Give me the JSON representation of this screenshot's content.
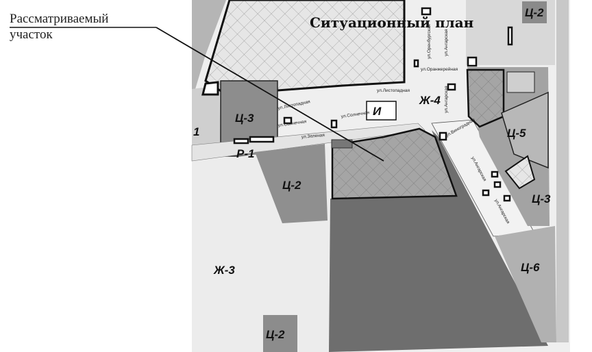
{
  "callout": {
    "line1": "Рассматриваемый",
    "line2": "участок"
  },
  "title": "Ситуационный план",
  "zones": {
    "c2_top": "Ц-2",
    "c3": "Ц-3",
    "i": "И",
    "zh4": "Ж-4",
    "c5": "Ц-5",
    "p1": "Р-1",
    "c2_mid": "Ц-2",
    "c3_right": "Ц-3",
    "zh3": "Ж-3",
    "c6": "Ц-6",
    "c2_bottom": "Ц-2",
    "partial_left": "1"
  },
  "streets": {
    "listopadnaya": "ул.Листопадная",
    "listopadnaya2": "ул.Листопадная",
    "solnechnaya": "ул.Солнечная",
    "solnechnaya2": "ул.Солнечная",
    "zelenaya": "ул.Зеленая",
    "oranzhereynaya": "ул.Оранжерейная",
    "orenburgskaya": "ул.Оренбургская",
    "angarskaya1": "ул.Ангарская",
    "angarskaya2": "ул.Ангарская",
    "angarskaya3": "ул.Ангарская",
    "angarskaya4": "ул.Ангарская",
    "vinogradnaya": "ул.Виноградная"
  },
  "colors": {
    "light": "#e9e9e9",
    "mid": "#a9a9a9",
    "dark": "#6d6d6d",
    "road": "#f3f3f3"
  }
}
